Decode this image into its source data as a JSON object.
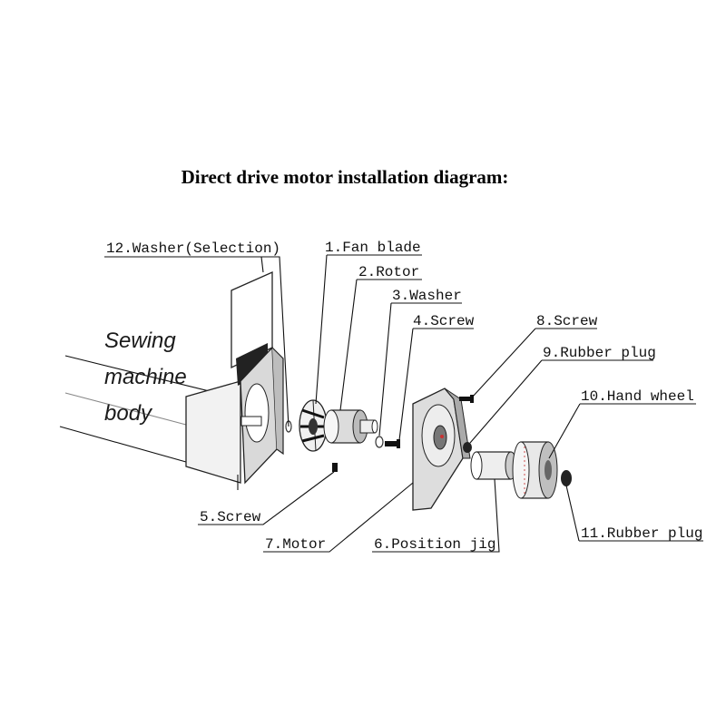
{
  "title": "Direct drive motor installation diagram:",
  "body_label": [
    "Sewing",
    "machine",
    "body"
  ],
  "callouts": [
    {
      "key": "washer_selection",
      "text": "12.Washer(Selection)"
    },
    {
      "key": "fan_blade",
      "text": "1.Fan blade"
    },
    {
      "key": "rotor",
      "text": "2.Rotor"
    },
    {
      "key": "washer",
      "text": "3.Washer"
    },
    {
      "key": "screw4",
      "text": "4.Screw"
    },
    {
      "key": "screw8",
      "text": "8.Screw"
    },
    {
      "key": "rubber_plug9",
      "text": "9.Rubber plug"
    },
    {
      "key": "hand_wheel",
      "text": "10.Hand wheel"
    },
    {
      "key": "rubber_plug11",
      "text": "11.Rubber plug"
    },
    {
      "key": "screw5",
      "text": "5.Screw"
    },
    {
      "key": "motor",
      "text": "7.Motor"
    },
    {
      "key": "position_jig",
      "text": "6.Position jig"
    }
  ]
}
